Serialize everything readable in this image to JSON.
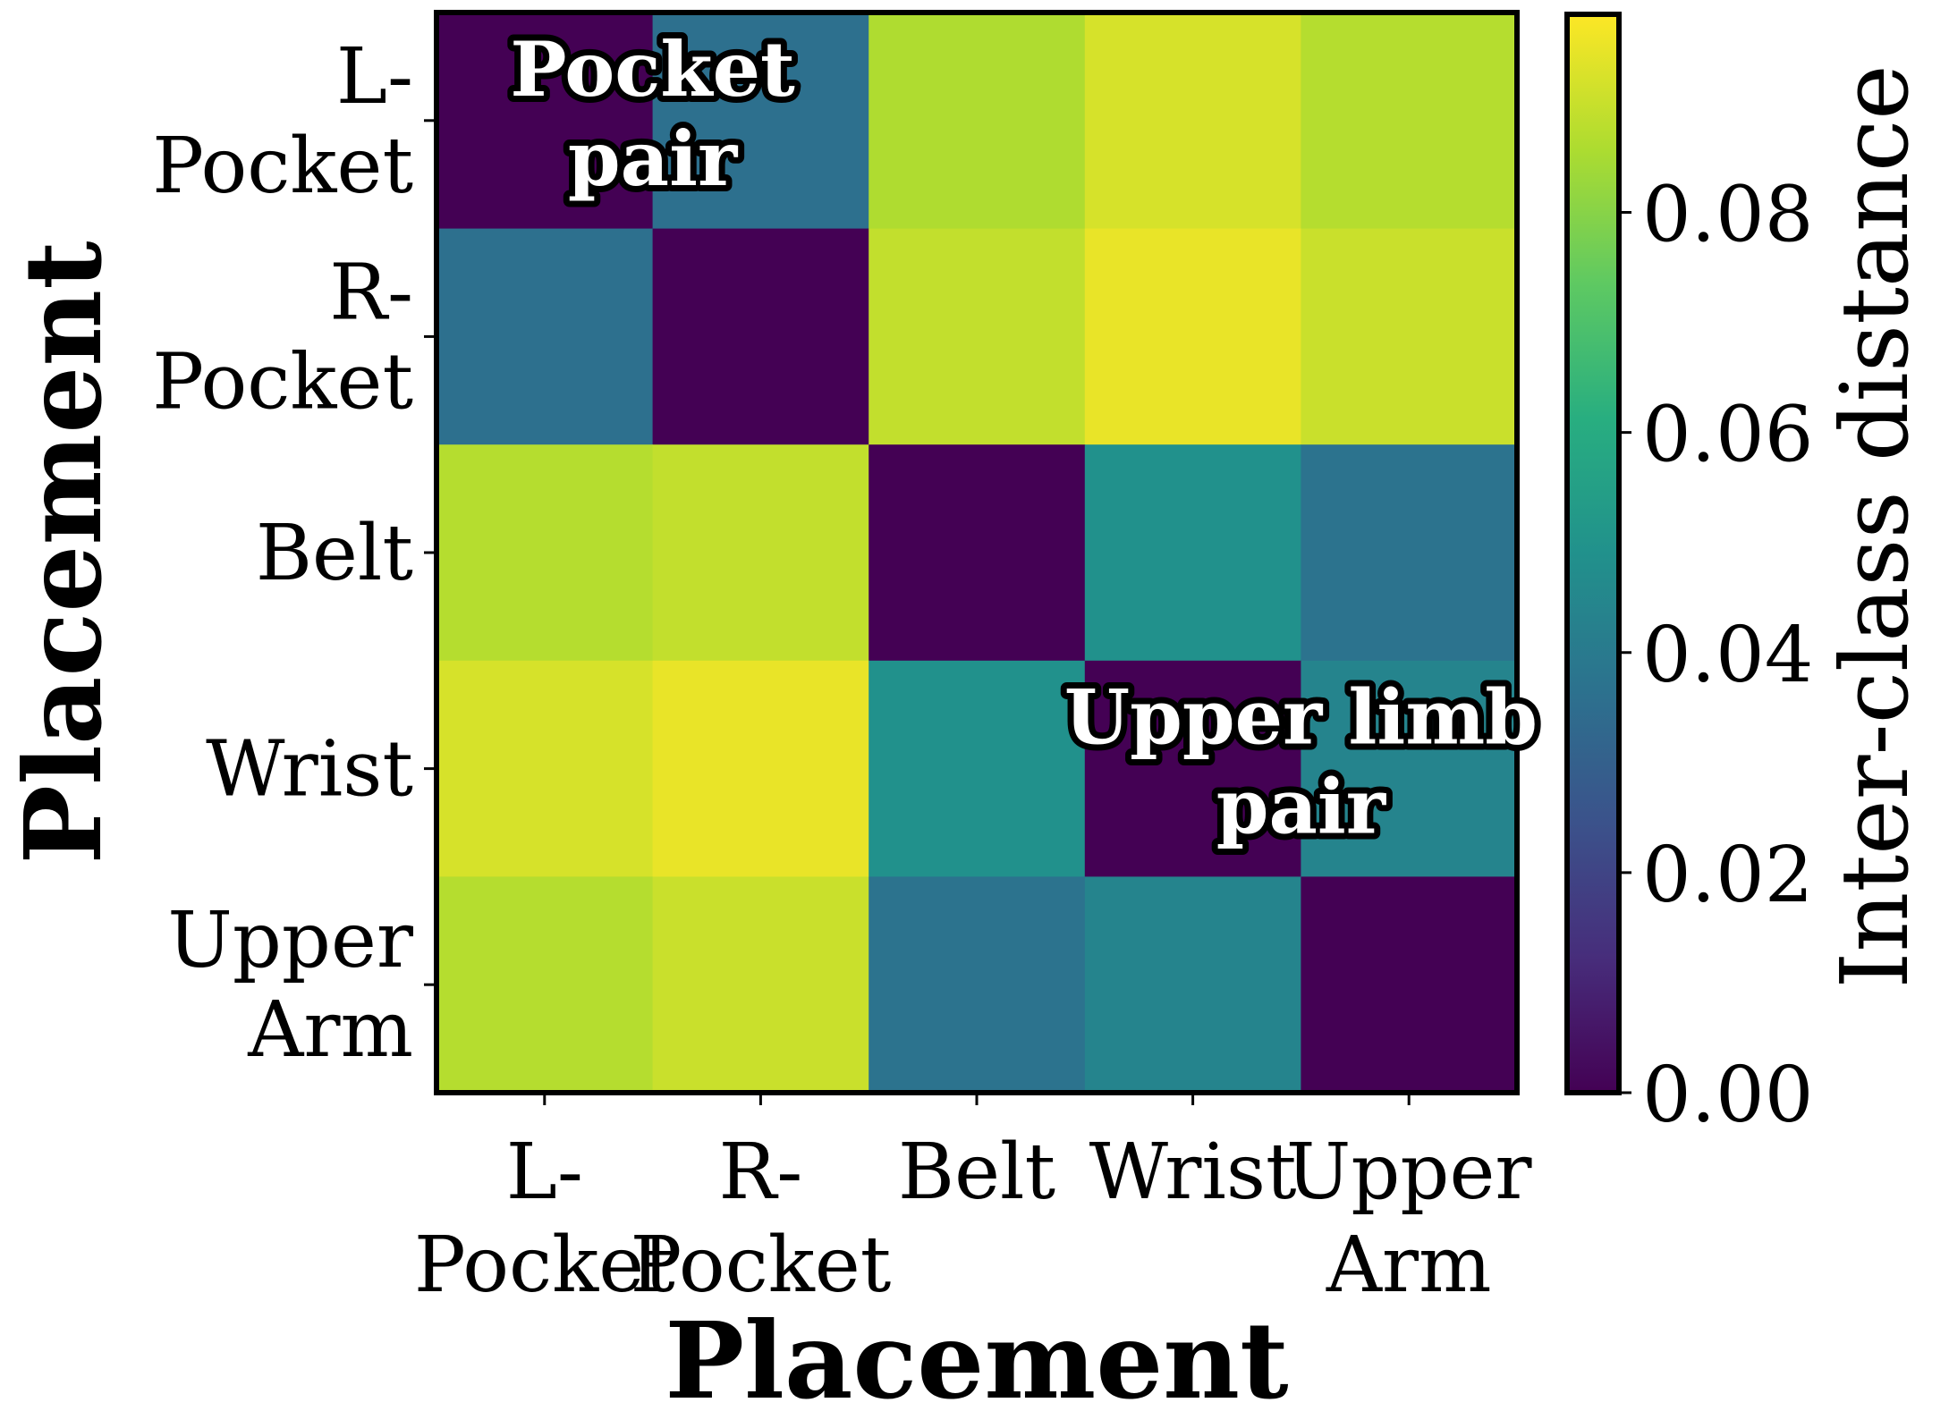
{
  "chart_data": {
    "type": "heatmap",
    "title": "",
    "xlabel": "Placement",
    "ylabel": "Placement",
    "x_categories": [
      "L-\nPocket",
      "R-\nPocket",
      "Belt",
      "Wrist",
      "Upper\nArm"
    ],
    "y_categories": [
      "L-\nPocket",
      "R-\nPocket",
      "Belt",
      "Wrist",
      "Upper\nArm"
    ],
    "values": [
      [
        0.0,
        0.036,
        0.086,
        0.092,
        0.087
      ],
      [
        0.036,
        0.0,
        0.089,
        0.095,
        0.09
      ],
      [
        0.087,
        0.089,
        0.0,
        0.049,
        0.037
      ],
      [
        0.092,
        0.095,
        0.049,
        0.0,
        0.044
      ],
      [
        0.087,
        0.09,
        0.037,
        0.044,
        0.0
      ]
    ],
    "colormap": "viridis",
    "colorbar": {
      "label": "Inter-class distance",
      "range": [
        0.0,
        0.098
      ],
      "ticks": [
        0.0,
        0.02,
        0.04,
        0.06,
        0.08
      ],
      "tick_labels": [
        "0.00",
        "0.02",
        "0.04",
        "0.06",
        "0.08"
      ]
    },
    "annotations": [
      {
        "text": "Pocket\npair",
        "x": 0.5,
        "y": 0.0
      },
      {
        "text": "Upper limb\npair",
        "x": 3.5,
        "y": 3.0
      }
    ]
  }
}
